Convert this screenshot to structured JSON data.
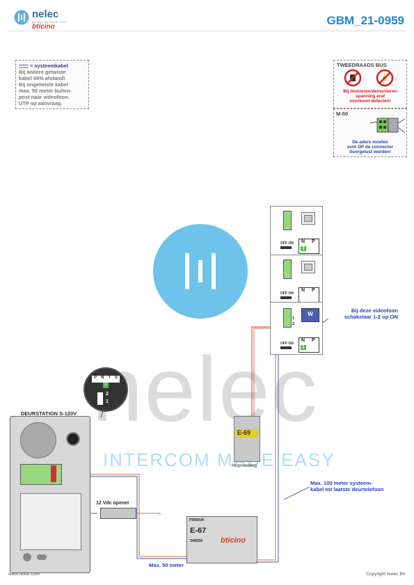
{
  "header": {
    "brand": "nelec",
    "brand_sub": "INTERCOM MADE EASY",
    "partner": "bticino",
    "doc_code": "GBM_21-0959"
  },
  "legend_box": {
    "line1": "= systeemkabel",
    "lines": [
      "Bij andere getwiste",
      "kabel 66% afstand!",
      "Bij ongetwiste kabel",
      "max. 50 meter buiten-",
      "post naar videofoon.",
      "UTP op aanvraag."
    ]
  },
  "warning_box": {
    "title": "TWEEDRAADS BUS",
    "red_lines": [
      "Bij monteren/demonteren",
      "spanning eraf",
      "voorkomt defecten!"
    ],
    "m50_title": "M-50",
    "blue_lines": [
      "De aders moeten",
      "echt OP de connector",
      "doorgelust worden!"
    ]
  },
  "watermark": {
    "word": "nelec",
    "tagline": "INTERCOM MADE EASY"
  },
  "door_station": {
    "title": "DEURSTATION S-120V"
  },
  "switch_detail": {
    "terminals": [
      "P",
      "N",
      "T",
      "S"
    ],
    "active": "1",
    "pos_top": "2",
    "pos_bottom": "1"
  },
  "monitors": [
    {
      "off_on": "OFF ON",
      "n": "N",
      "p": "P",
      "n_val": "1"
    },
    {
      "off_on": "OFF ON",
      "n": "N",
      "p": "P",
      "n_val": ""
    },
    {
      "off_on": "OFF ON",
      "n": "N",
      "p": "P",
      "n_val": "1"
    }
  ],
  "monitor_bus_labels": [
    "1",
    "2"
  ],
  "monitor_badge": "W",
  "note_switch": [
    "Bij deze videofoon",
    "schakelaar 1-2 op ON"
  ],
  "power_supply": {
    "model": "E-69",
    "caption": "Hulpvoeding"
  },
  "controller": {
    "model": "E-67",
    "code": "346050",
    "brand": "bticino",
    "top_label": "PRIMAIR"
  },
  "door_opener": {
    "label": "12 Vdc opener"
  },
  "note_distance": [
    "Max. 100 meter systeem-",
    "kabel tot laatste deurtelefoon"
  ],
  "cable_label": "Max. 50 meter",
  "footer": {
    "left": "www.nelec.com",
    "right": "Copyright Nelec BV"
  },
  "colors": {
    "accent": "#1e88d0",
    "bus": "#e0a060",
    "red_wire": "#d03030",
    "blue_wire": "#3a5ab0",
    "green": "#48c040"
  }
}
